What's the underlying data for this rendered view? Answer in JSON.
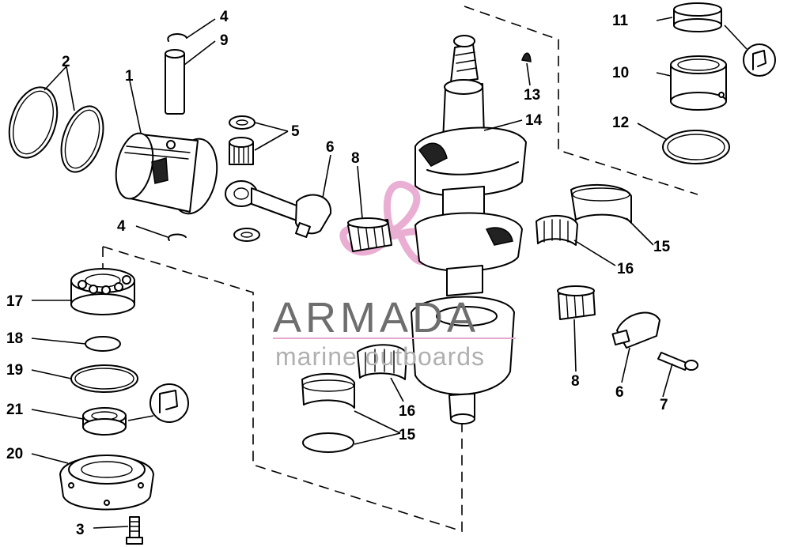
{
  "labels": {
    "l4a": "4",
    "l9": "9",
    "l2": "2",
    "l1": "1",
    "l5": "5",
    "l6a": "6",
    "l8a": "8",
    "l4b": "4",
    "l13": "13",
    "l14": "14",
    "l11": "11",
    "l10": "10",
    "l12": "12",
    "l15a": "15",
    "l16a": "16",
    "l17": "17",
    "l18": "18",
    "l19": "19",
    "l21": "21",
    "l20": "20",
    "l3": "3",
    "l16b": "16",
    "l15b": "15",
    "l8b": "8",
    "l6b": "6",
    "l7": "7"
  },
  "watermark": {
    "brand": "ARMADA",
    "tagline": "marine outboards",
    "color": "#e8a6cf"
  }
}
